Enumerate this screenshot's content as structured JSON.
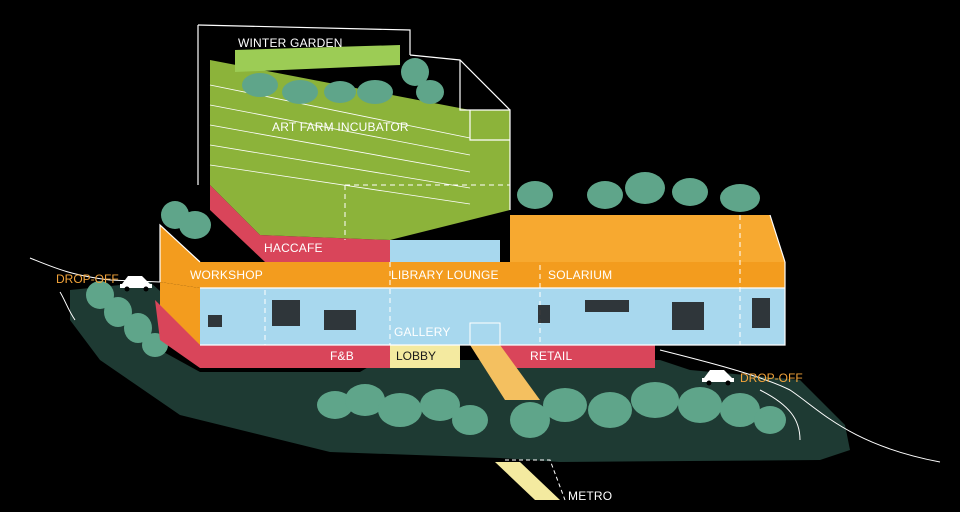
{
  "colors": {
    "background": "#000000",
    "ground": "#1e3a33",
    "tree": "#5fa58a",
    "green_program": "#8cb33a",
    "winter_garden": "#9ccc55",
    "orange_program": "#f39c1e",
    "gallery": "#a8d8ee",
    "red_program": "#d9455a",
    "lobby": "#f4eaa0",
    "outline": "#ffffff",
    "dropoff_text": "#f2a33a"
  },
  "labels": {
    "winter_garden": "WINTER GARDEN",
    "art_farm": "ART FARM INCUBATOR",
    "haccafe": "HACCAFE",
    "workshop": "WORKSHOP",
    "library_lounge": "LIBRARY LOUNGE",
    "solarium": "SOLARIUM",
    "gallery": "GALLERY",
    "fnb": "F&B",
    "lobby": "LOBBY",
    "retail": "RETAIL",
    "metro": "METRO",
    "dropoff_left": "DROP-OFF",
    "dropoff_right": "DROP-OFF"
  },
  "icons": {
    "car_left": "car-icon",
    "car_right": "car-icon"
  }
}
